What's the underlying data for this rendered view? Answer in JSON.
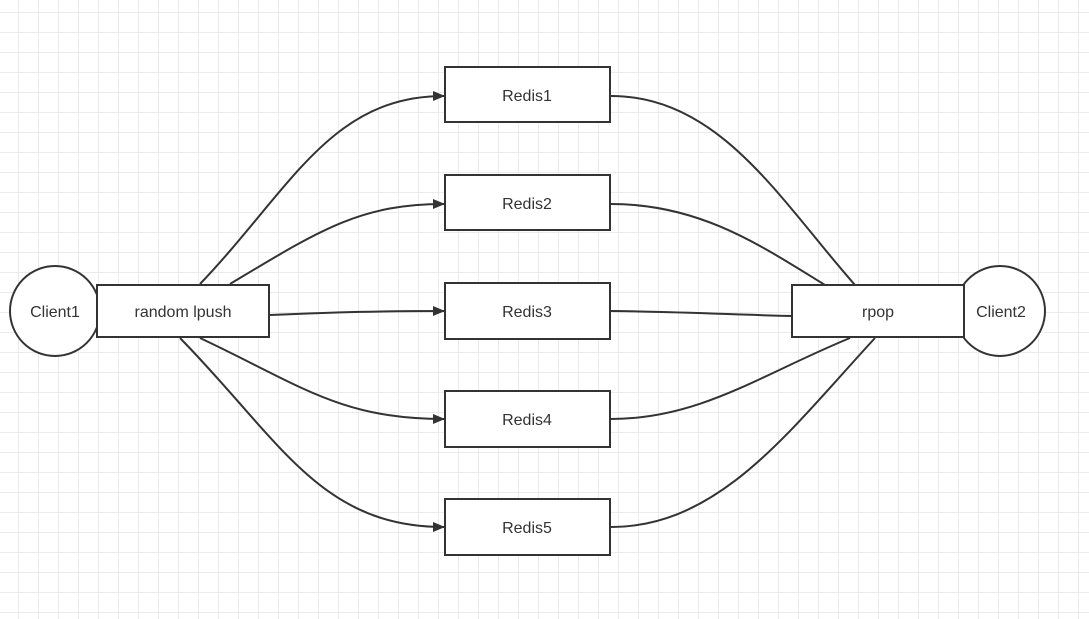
{
  "diagram": {
    "nodes": {
      "client1": "Client1",
      "lpush": "random lpush",
      "redis1": "Redis1",
      "redis2": "Redis2",
      "redis3": "Redis3",
      "redis4": "Redis4",
      "redis5": "Redis5",
      "rpop": "rpop",
      "client2": "Client2"
    },
    "edges": [
      {
        "from": "lpush",
        "to": "redis1",
        "arrow": true
      },
      {
        "from": "lpush",
        "to": "redis2",
        "arrow": true
      },
      {
        "from": "lpush",
        "to": "redis3",
        "arrow": true
      },
      {
        "from": "lpush",
        "to": "redis4",
        "arrow": true
      },
      {
        "from": "lpush",
        "to": "redis5",
        "arrow": true
      },
      {
        "from": "redis1",
        "to": "rpop",
        "arrow": false
      },
      {
        "from": "redis2",
        "to": "rpop",
        "arrow": false
      },
      {
        "from": "redis3",
        "to": "rpop",
        "arrow": false
      },
      {
        "from": "redis4",
        "to": "rpop",
        "arrow": false
      },
      {
        "from": "redis5",
        "to": "rpop",
        "arrow": false
      }
    ],
    "colors": {
      "stroke": "#333333",
      "grid": "#ebebeb",
      "background": "#ffffff"
    }
  }
}
